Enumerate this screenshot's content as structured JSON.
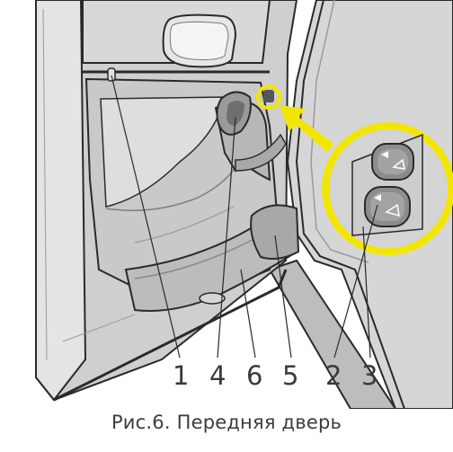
{
  "figure": {
    "callouts": [
      {
        "id": "c1",
        "label": "1"
      },
      {
        "id": "c4",
        "label": "4"
      },
      {
        "id": "c6",
        "label": "6"
      },
      {
        "id": "c5",
        "label": "5"
      },
      {
        "id": "c2",
        "label": "2"
      },
      {
        "id": "c3",
        "label": "3"
      }
    ],
    "caption": "Рис.6. Передняя дверь"
  },
  "colors": {
    "highlight": "#f2e600",
    "outline": "#2a2a2a",
    "panel": "#c9c9c9",
    "panel_light": "#dedede",
    "panel_dark": "#8f8f8f"
  }
}
